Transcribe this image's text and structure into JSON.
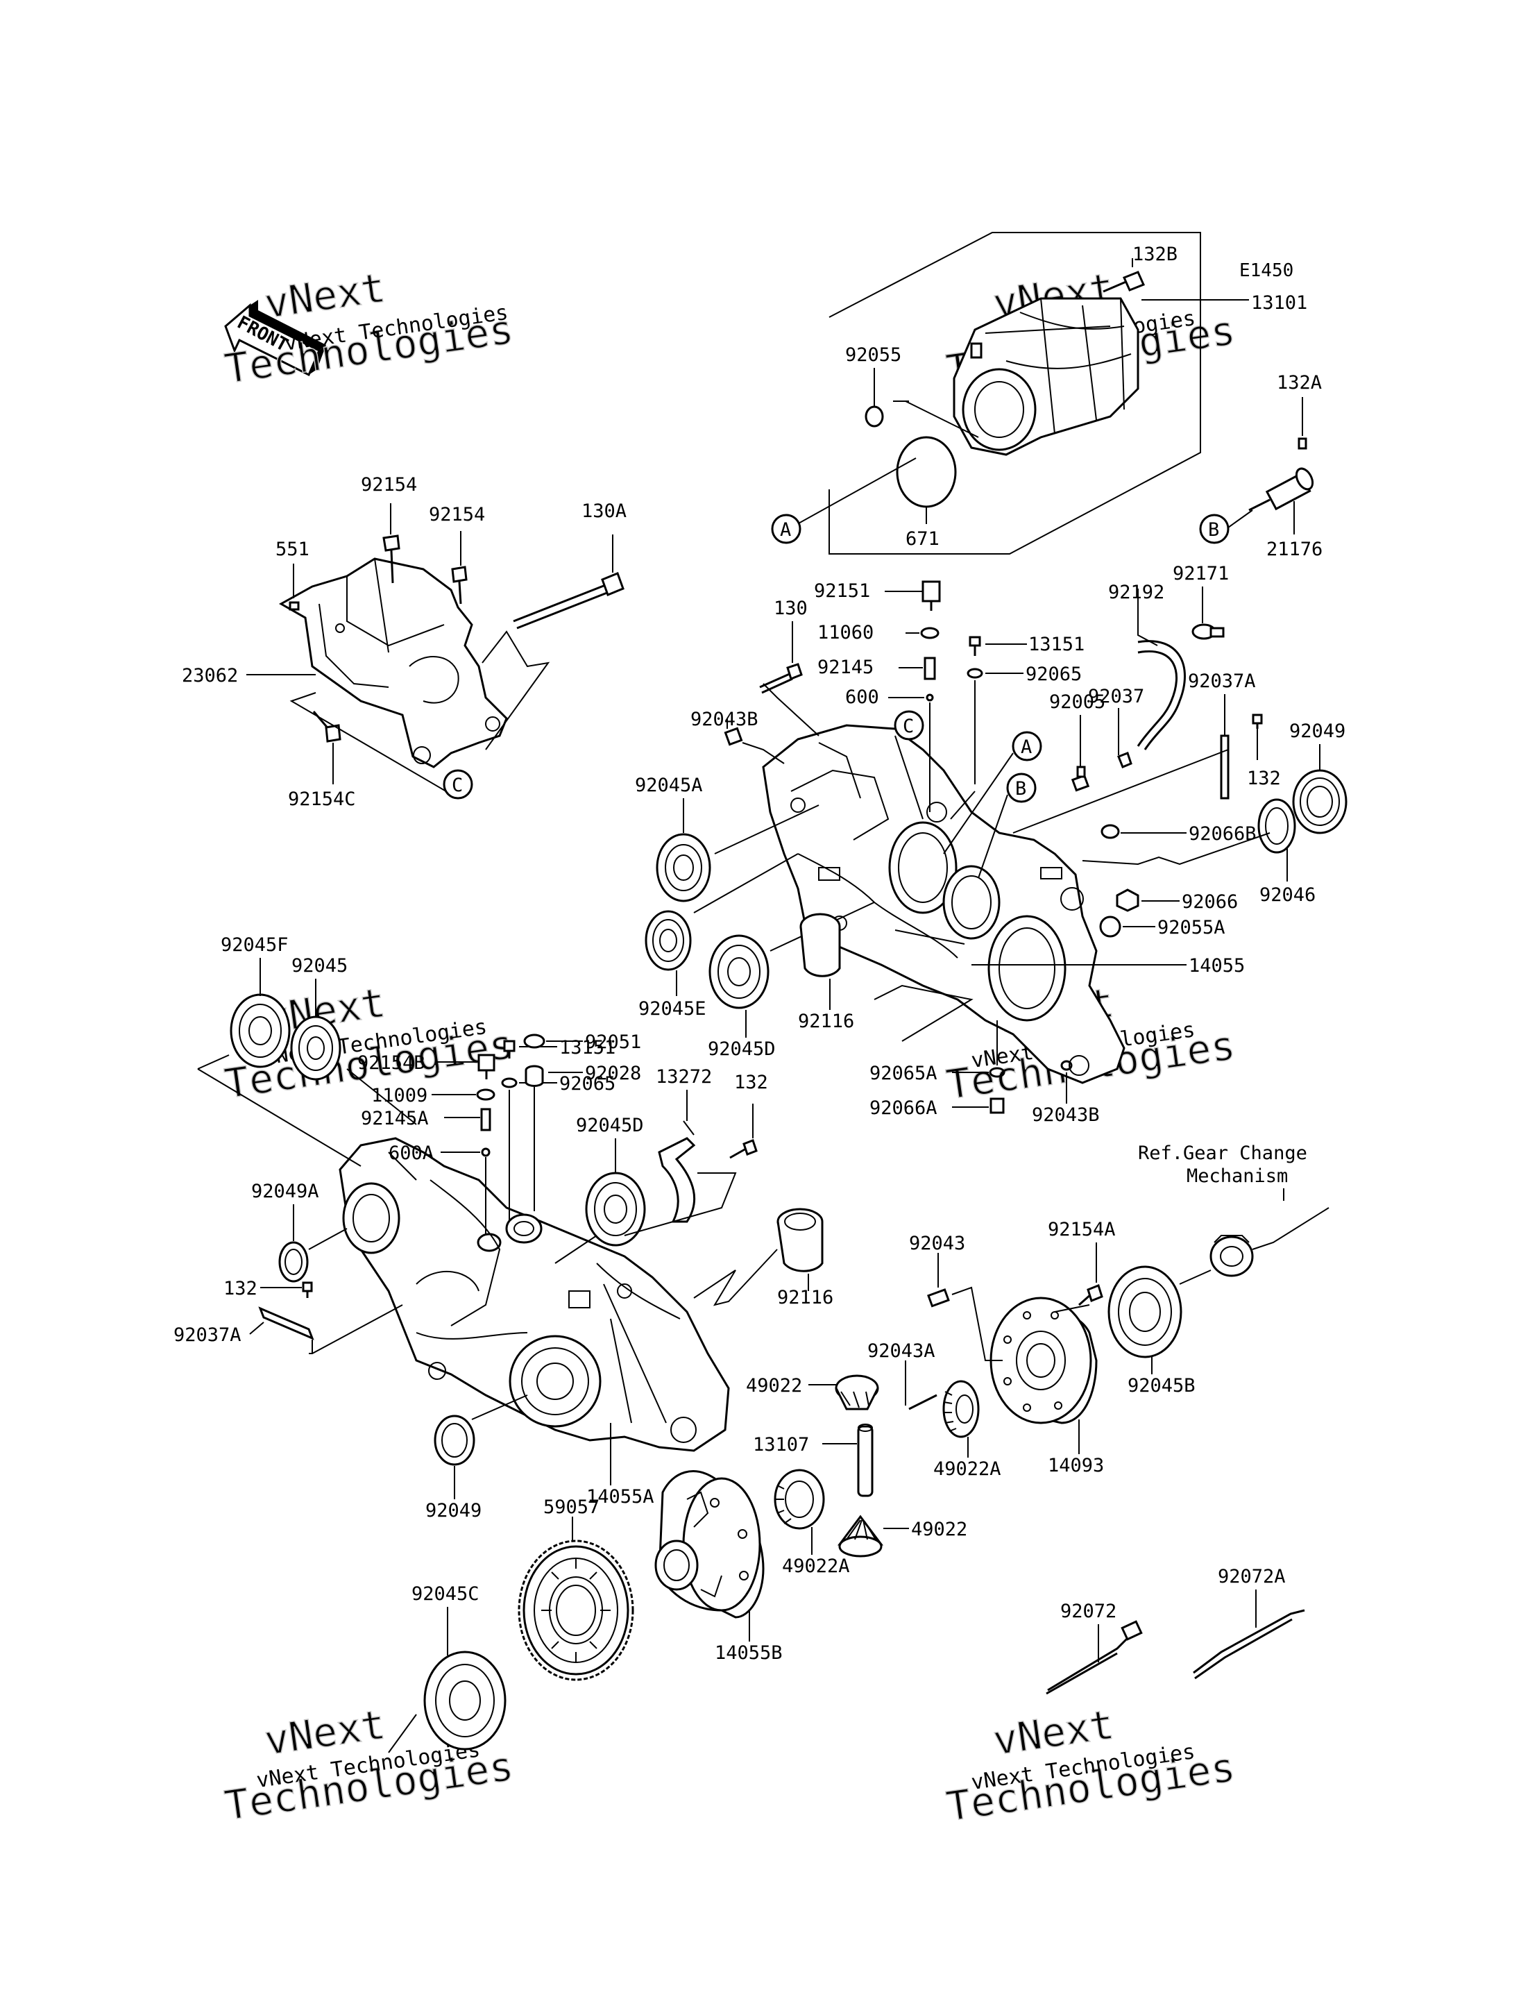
{
  "diagram_code": "E1450",
  "reference_note": [
    "Ref.Gear Change",
    "Mechanism"
  ],
  "front_arrow_label": "FRONT",
  "watermark": {
    "line1": "vNext Technologies",
    "line2": "Technologies",
    "line3": "vNext"
  },
  "circle_refs": [
    "A",
    "B",
    "C"
  ],
  "part_labels": {
    "p132B": "132B",
    "p13101": "13101",
    "p92055": "92055",
    "p671": "671",
    "p132A": "132A",
    "p21176": "21176",
    "p92154a": "92154",
    "p92154b": "92154",
    "p130A": "130A",
    "p551": "551",
    "p23062": "23062",
    "p92154C": "92154C",
    "p92151": "92151",
    "p11060": "11060",
    "p92145": "92145",
    "p600": "600",
    "p130": "130",
    "p13151a": "13151",
    "p92065a": "92065",
    "p92192": "92192",
    "p92171": "92171",
    "p92037": "92037",
    "p92037A": "92037A",
    "p92049a": "92049",
    "p92005": "92005",
    "p132a": "132",
    "p92043Ba": "92043B",
    "p92045A": "92045A",
    "p92066B": "92066B",
    "p92046": "92046",
    "p92066": "92066",
    "p92055A": "92055A",
    "p14055": "14055",
    "p92045E": "92045E",
    "p92045Db": "92045D",
    "p92116a": "92116",
    "p92065A": "92065A",
    "p92066A": "92066A",
    "p92043Bb": "92043B",
    "p92045F": "92045F",
    "p92045": "92045",
    "p92154B": "92154B",
    "p13151b": "13151",
    "p11009": "11009",
    "p92065b": "92065",
    "p92145A": "92145A",
    "p92051": "92051",
    "p600A": "600A",
    "p92028": "92028",
    "p13272": "13272",
    "p132b": "132",
    "p92045Da": "92045D",
    "p92049A": "92049A",
    "p132c": "132",
    "p92037Ab": "92037A",
    "p92116b": "92116",
    "p92154A": "92154A",
    "p92043": "92043",
    "p92043A": "92043A",
    "p49022a": "49022",
    "p13107": "13107",
    "p49022A": "49022A",
    "p14093": "14093",
    "p92045B": "92045B",
    "p92049b": "92049",
    "p14055A": "14055A",
    "p59057": "59057",
    "p49022b": "49022",
    "p49022Ab": "49022A",
    "p14055B": "14055B",
    "p92045C": "92045C",
    "p92072": "92072",
    "p92072A": "92072A"
  }
}
